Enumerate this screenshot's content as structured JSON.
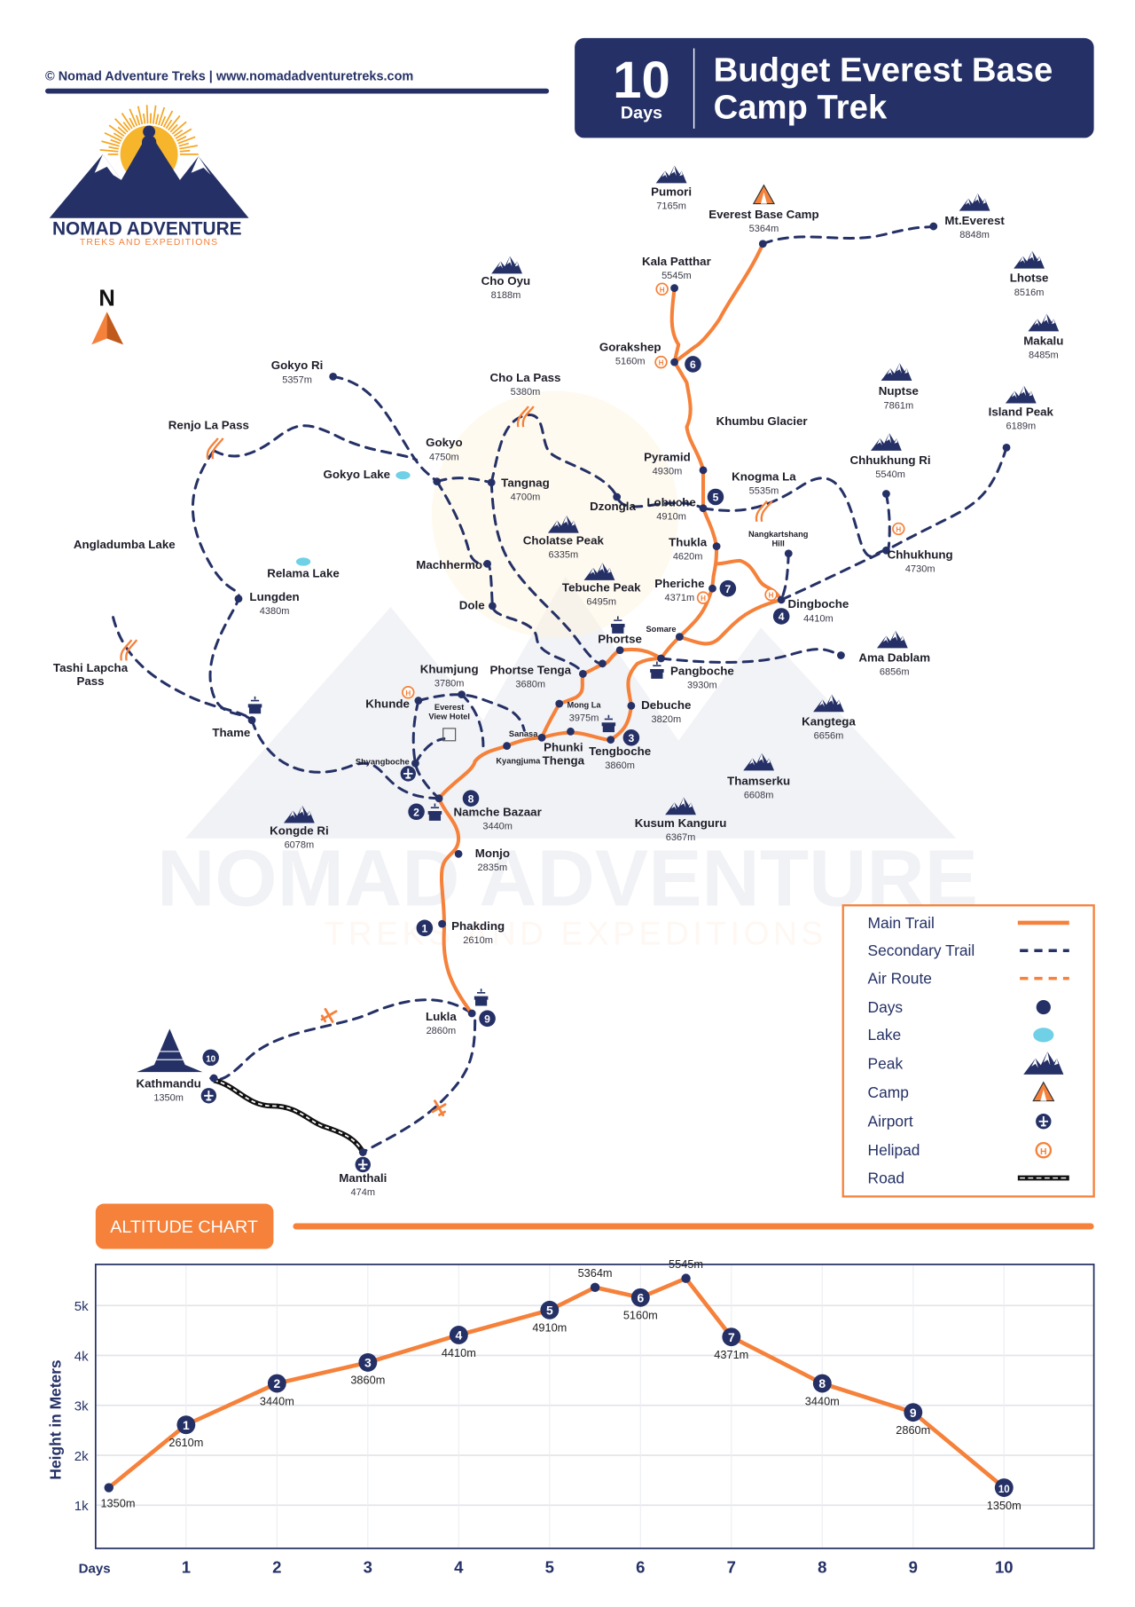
{
  "header": {
    "copyright": "© Nomad Adventure Treks | www.nomadadventuretreks.com",
    "days_number": "10",
    "days_label": "Days",
    "title_line1": "Budget Everest Base",
    "title_line2": "Camp Trek"
  },
  "logo": {
    "name": "NOMAD ADVENTURE",
    "tagline": "TREKS AND EXPEDITIONS"
  },
  "compass": {
    "north": "N"
  },
  "watermark": {
    "name": "NOMAD ADVENTURE",
    "tagline": "TREKS AND EXPEDITIONS"
  },
  "colors": {
    "navy": "#253166",
    "orange": "#f5813a",
    "lake": "#6fd0e6"
  },
  "places": [
    {
      "name": "Pumori",
      "elev": "7165m"
    },
    {
      "name": "Everest Base Camp",
      "elev": "5364m"
    },
    {
      "name": "Mt.Everest",
      "elev": "8848m"
    },
    {
      "name": "Kala Patthar",
      "elev": "5545m"
    },
    {
      "name": "Cho Oyu",
      "elev": "8188m"
    },
    {
      "name": "Lhotse",
      "elev": "8516m"
    },
    {
      "name": "Gorakshep",
      "elev": "5160m"
    },
    {
      "name": "Makalu",
      "elev": "8485m"
    },
    {
      "name": "Gokyo Ri",
      "elev": "5357m"
    },
    {
      "name": "Cho La Pass",
      "elev": "5380m"
    },
    {
      "name": "Nuptse",
      "elev": "7861m"
    },
    {
      "name": "Island Peak",
      "elev": "6189m"
    },
    {
      "name": "Renjo La Pass"
    },
    {
      "name": "Khumbu Glacier"
    },
    {
      "name": "Gokyo",
      "elev": "4750m"
    },
    {
      "name": "Pyramid",
      "elev": "4930m"
    },
    {
      "name": "Chhukhung Ri",
      "elev": "5540m"
    },
    {
      "name": "Gokyo Lake"
    },
    {
      "name": "Tangnag",
      "elev": "4700m"
    },
    {
      "name": "Knogma La",
      "elev": "5535m"
    },
    {
      "name": "Lobuche",
      "elev": "4910m"
    },
    {
      "name": "Dzongla"
    },
    {
      "name": [
        "Nangkartshang",
        "Hill"
      ]
    },
    {
      "name": "Angladumba Lake"
    },
    {
      "name": "Cholatse Peak",
      "elev": "6335m"
    },
    {
      "name": "Thukla",
      "elev": "4620m"
    },
    {
      "name": "Chhukhung",
      "elev": "4730m"
    },
    {
      "name": "Machhermo"
    },
    {
      "name": "Relama Lake"
    },
    {
      "name": "Tebuche Peak",
      "elev": "6495m"
    },
    {
      "name": "Pheriche",
      "elev": "4371m"
    },
    {
      "name": "Lungden",
      "elev": "4380m"
    },
    {
      "name": "Dole"
    },
    {
      "name": "Dingboche",
      "elev": "4410m"
    },
    {
      "name": "Somare"
    },
    {
      "name": "Phortse"
    },
    {
      "name": "Ama Dablam",
      "elev": "6856m"
    },
    {
      "name": [
        "Tashi Lapcha",
        "Pass"
      ]
    },
    {
      "name": "Khumjung",
      "elev": "3780m"
    },
    {
      "name": "Phortse Tenga",
      "elev": "3680m"
    },
    {
      "name": "Pangboche",
      "elev": "3930m"
    },
    {
      "name": "Khunde"
    },
    {
      "name": [
        "Everest",
        "View Hotel"
      ]
    },
    {
      "name": "Mong La",
      "elev": "3975m"
    },
    {
      "name": "Debuche",
      "elev": "3820m"
    },
    {
      "name": "Kangtega",
      "elev": "6656m"
    },
    {
      "name": "Thame"
    },
    {
      "name": "Sanasa"
    },
    {
      "name": [
        "Phunki",
        "Thenga"
      ]
    },
    {
      "name": "Kyangjuma"
    },
    {
      "name": "Shyangboche"
    },
    {
      "name": "Tengboche",
      "elev": "3860m"
    },
    {
      "name": "Thamserku",
      "elev": "6608m"
    },
    {
      "name": "Namche Bazaar",
      "elev": "3440m"
    },
    {
      "name": "Kusum Kanguru",
      "elev": "6367m"
    },
    {
      "name": "Kongde Ri",
      "elev": "6078m"
    },
    {
      "name": "Monjo",
      "elev": "2835m"
    },
    {
      "name": "Phakding",
      "elev": "2610m"
    },
    {
      "name": "Lukla",
      "elev": "2860m"
    },
    {
      "name": "Kathmandu",
      "elev": "1350m"
    },
    {
      "name": "Manthali",
      "elev": "474m"
    }
  ],
  "day_markers": [
    "1",
    "2",
    "3",
    "4",
    "5",
    "6",
    "7",
    "8",
    "9",
    "10"
  ],
  "legend": {
    "items": [
      {
        "label": "Main Trail",
        "icon": "main-trail-line"
      },
      {
        "label": "Secondary Trail",
        "icon": "secondary-trail-line"
      },
      {
        "label": "Air Route",
        "icon": "air-route-line"
      },
      {
        "label": "Days",
        "icon": "day-dot"
      },
      {
        "label": "Lake",
        "icon": "lake"
      },
      {
        "label": "Peak",
        "icon": "peak"
      },
      {
        "label": "Camp",
        "icon": "camp-tent"
      },
      {
        "label": "Airport",
        "icon": "airport"
      },
      {
        "label": "Helipad",
        "icon": "helipad"
      },
      {
        "label": "Road",
        "icon": "road"
      }
    ]
  },
  "altitude_section": {
    "title": "ALTITUDE CHART"
  },
  "chart_data": {
    "type": "line",
    "title": "ALTITUDE CHART",
    "xlabel": "Days",
    "ylabel": "Height in Meters",
    "x_ticks": [
      "1",
      "2",
      "3",
      "4",
      "5",
      "6",
      "7",
      "8",
      "9",
      "10"
    ],
    "y_ticks": [
      "1k",
      "2k",
      "3k",
      "4k",
      "5k"
    ],
    "y_tick_values": [
      1000,
      2000,
      3000,
      4000,
      5000
    ],
    "ylim": [
      300,
      5900
    ],
    "xlim": [
      0,
      11
    ],
    "grid": true,
    "points": [
      {
        "x": 0.15,
        "y": 1350,
        "label": "1350m",
        "day": ""
      },
      {
        "x": 1,
        "y": 2610,
        "label": "2610m",
        "day": "1"
      },
      {
        "x": 2,
        "y": 3440,
        "label": "3440m",
        "day": "2"
      },
      {
        "x": 3,
        "y": 3860,
        "label": "3860m",
        "day": "3"
      },
      {
        "x": 4,
        "y": 4410,
        "label": "4410m",
        "day": "4"
      },
      {
        "x": 5,
        "y": 4910,
        "label": "4910m",
        "day": "5"
      },
      {
        "x": 5.5,
        "y": 5364,
        "label": "5364m",
        "day": ""
      },
      {
        "x": 6,
        "y": 5160,
        "label": "5160m",
        "day": "6"
      },
      {
        "x": 6.5,
        "y": 5545,
        "label": "5545m",
        "day": ""
      },
      {
        "x": 7,
        "y": 4371,
        "label": "4371m",
        "day": "7"
      },
      {
        "x": 8,
        "y": 3440,
        "label": "3440m",
        "day": "8"
      },
      {
        "x": 9,
        "y": 2860,
        "label": "2860m",
        "day": "9"
      },
      {
        "x": 10,
        "y": 1350,
        "label": "1350m",
        "day": "10"
      }
    ]
  }
}
